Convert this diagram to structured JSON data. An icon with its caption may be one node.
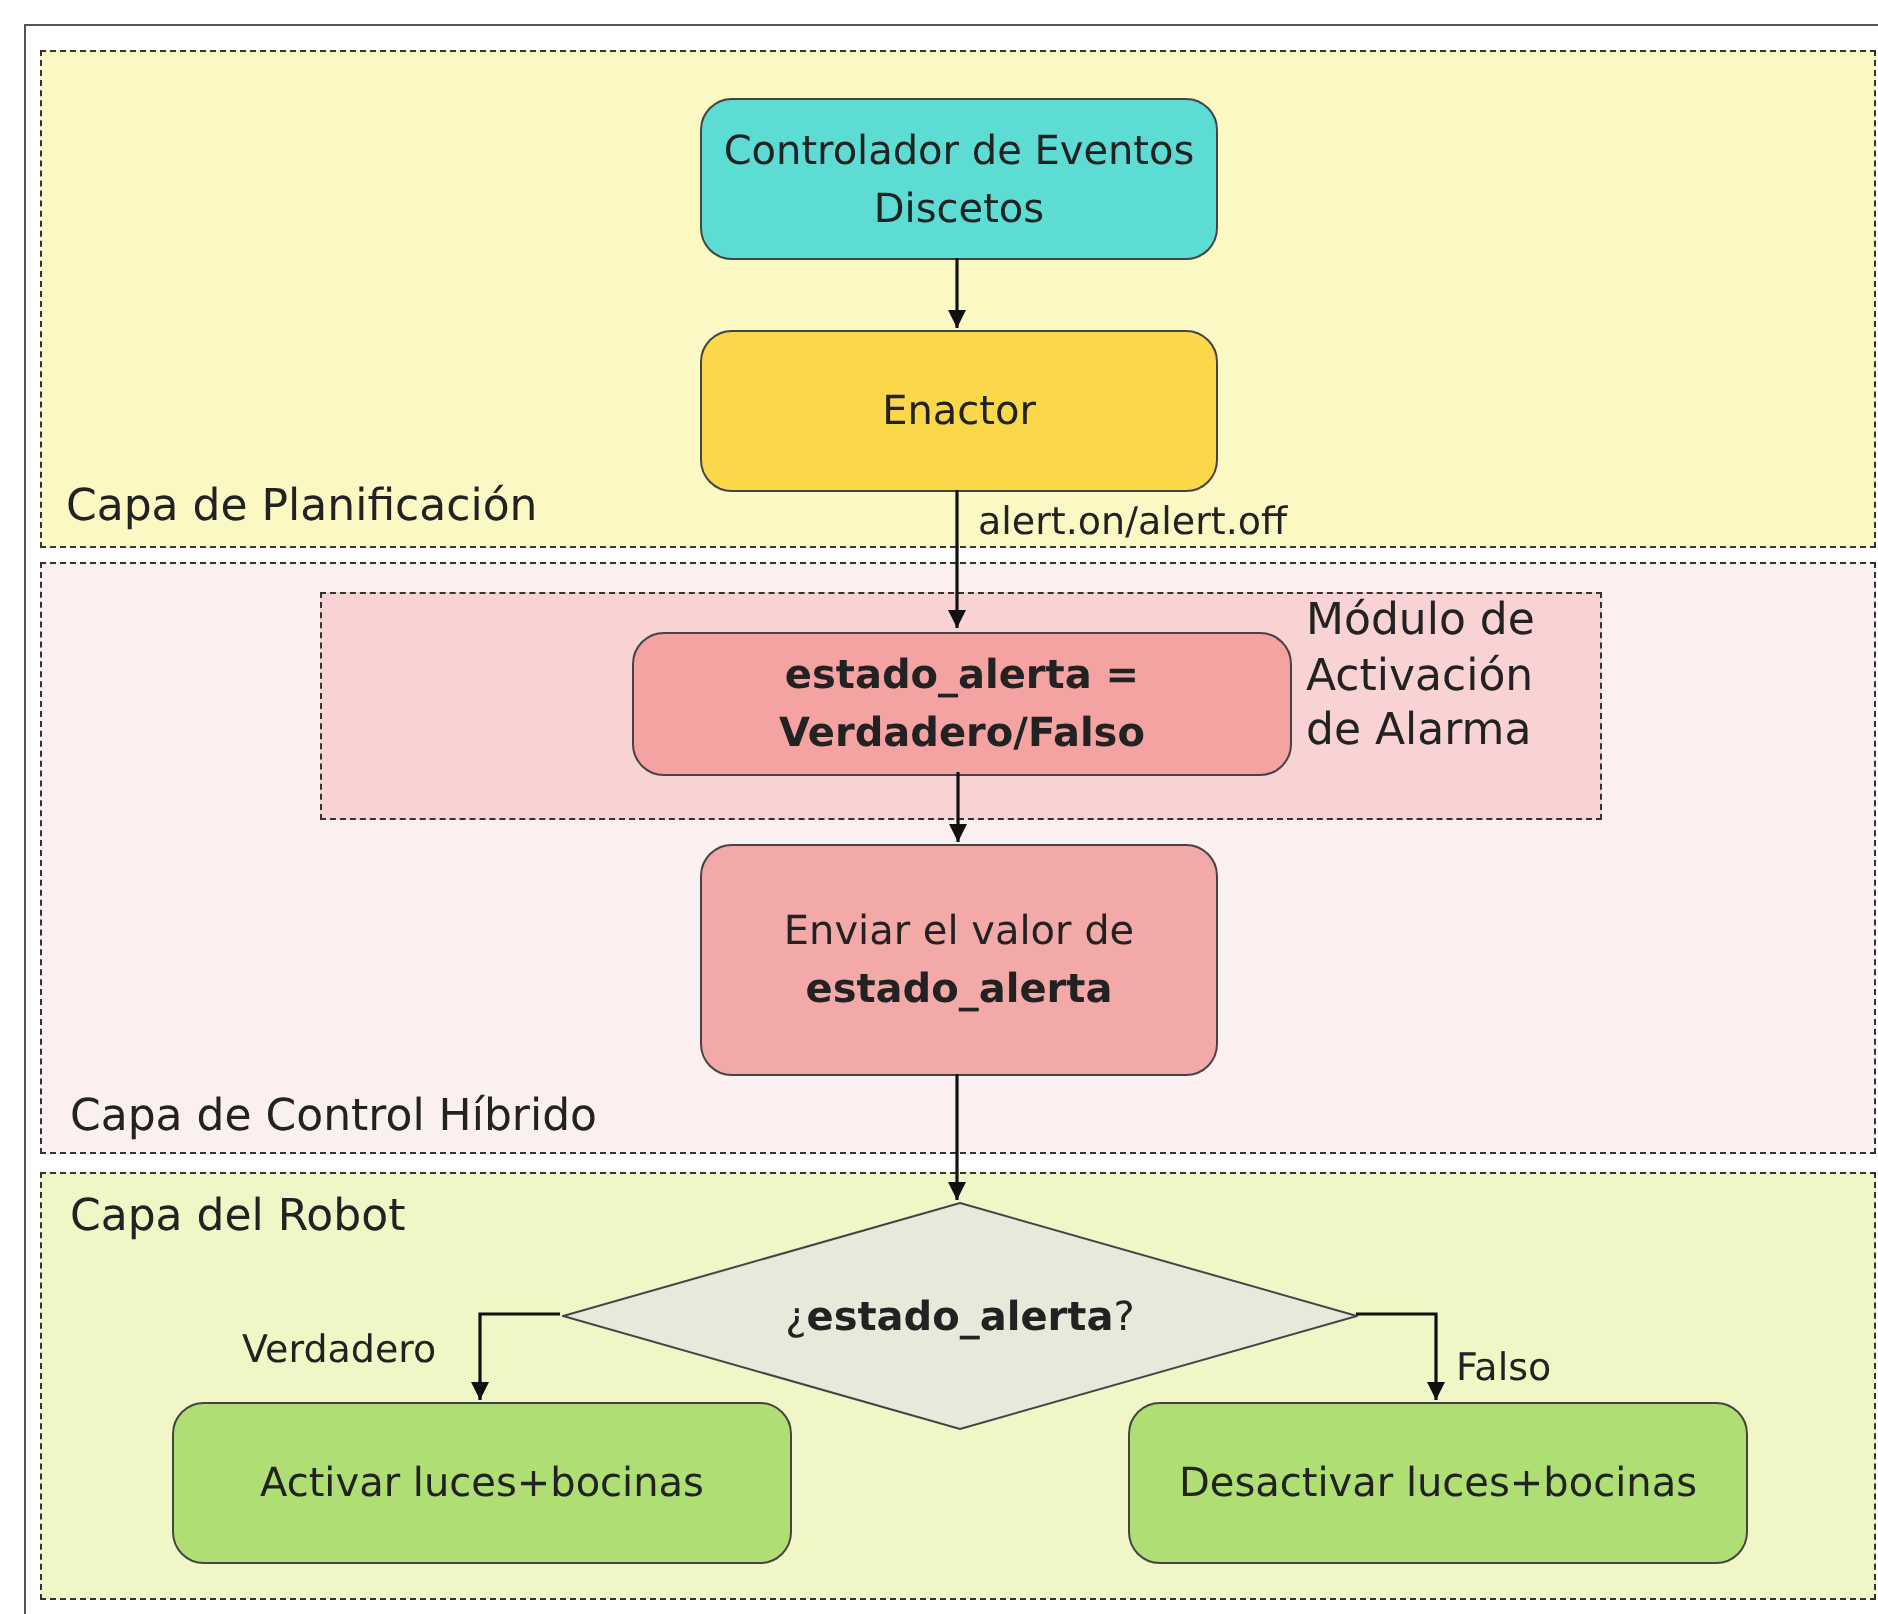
{
  "diagram": {
    "nodes": [
      {
        "text": [
          "Capa de Planificación"
        ]
      },
      {
        "text": [
          "Controlador de Eventos Discetos"
        ],
        "in": 0
      },
      {
        "text": [
          "Enactor"
        ],
        "in": 0
      },
      {
        "text": [
          "Capa de Control Híbrido"
        ]
      },
      {
        "text": [
          "Módulo de Activación de Alarma"
        ],
        "in": 3
      },
      {
        "text": [
          "estado_alerta = Verdadero/Falso"
        ],
        "in": 4
      },
      {
        "text": [
          "Enviar el valor de **estado_alerta**"
        ],
        "in": 3
      },
      {
        "text": [
          "Capa del Robot"
        ]
      },
      {
        "text": [
          "¿**estado_alerta**?"
        ],
        "in": 7
      },
      {
        "text": [
          "Activar luces+bocinas"
        ],
        "in": 7
      },
      {
        "text": [
          "Desactivar luces+bocinas"
        ],
        "in": 7
      }
    ],
    "edges": [
      {
        "from": 1,
        "to": 2,
        "arrow": "to"
      },
      {
        "from": 2,
        "to": 5,
        "arrow": "to",
        "label": "alert.on/alert.off"
      },
      {
        "from": 5,
        "to": 6,
        "arrow": "to"
      },
      {
        "from": 6,
        "to": 8,
        "arrow": "to"
      },
      {
        "from": 8,
        "to": 9,
        "arrow": "to",
        "label": "Verdadero"
      },
      {
        "from": 8,
        "to": 10,
        "arrow": "to",
        "label": "Falso"
      }
    ]
  }
}
